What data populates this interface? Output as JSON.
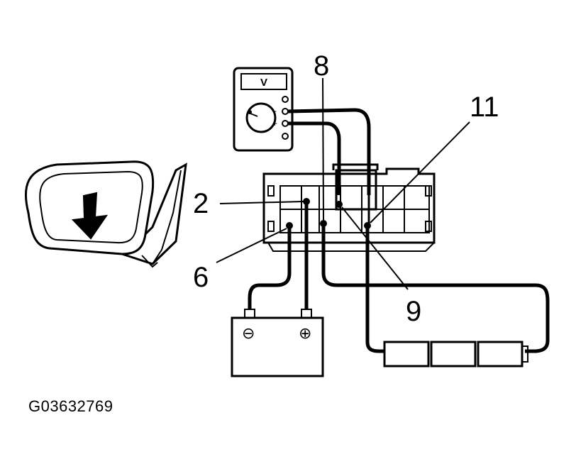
{
  "callouts": {
    "pin_2": "2",
    "pin_6": "6",
    "pin_8": "8",
    "pin_9": "9",
    "pin_11": "11"
  },
  "voltmeter": {
    "display": "V"
  },
  "battery": {
    "negative_symbol": "⊖",
    "positive_symbol": "⊕"
  },
  "figure_id": "G03632769",
  "colors": {
    "ink": "#000000",
    "background": "#ffffff"
  }
}
